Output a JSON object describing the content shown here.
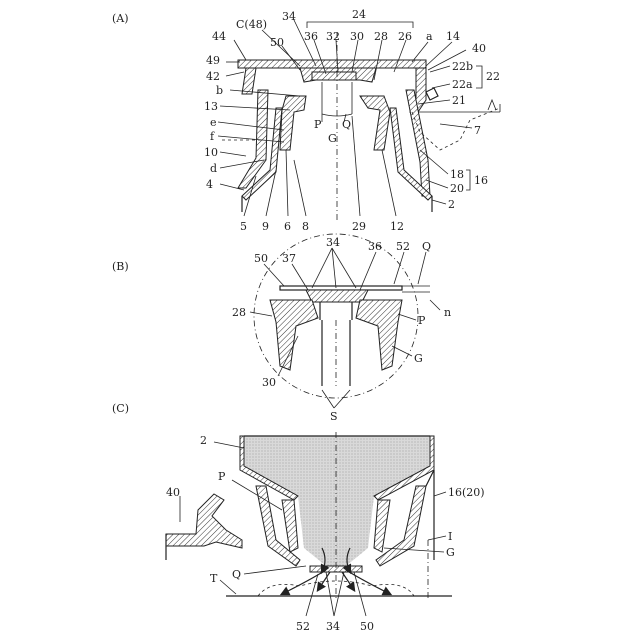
{
  "panels": {
    "A": {
      "title": "(A)",
      "labels": {
        "n24": "24",
        "c48": "C(48)",
        "n34": "34",
        "n44": "44",
        "n50": "50",
        "n36": "36",
        "n32": "32",
        "n30": "30",
        "n28": "28",
        "n26": "26",
        "a": "a",
        "n14": "14",
        "n40": "40",
        "n49": "49",
        "n42": "42",
        "n22b": "22b",
        "n22a": "22a",
        "n22": "22",
        "b": "b",
        "n21": "21",
        "n13": "13",
        "P": "P",
        "Q": "Q",
        "G": "G",
        "e": "e",
        "f": "f",
        "n7": "7",
        "n10": "10",
        "d": "d",
        "n18": "18",
        "n16": "16",
        "n20": "20",
        "n4": "4",
        "n2": "2",
        "n5": "5",
        "n9": "9",
        "n6": "6",
        "n8": "8",
        "n29": "29",
        "n12": "12"
      }
    },
    "B": {
      "title": "(B)",
      "labels": {
        "n34": "34",
        "n50": "50",
        "n37": "37",
        "n36": "36",
        "n52": "52",
        "Q": "Q",
        "n": "n",
        "n28": "28",
        "P": "P",
        "G": "G",
        "n30": "30",
        "S": "S"
      }
    },
    "C": {
      "title": "(C)",
      "labels": {
        "n2": "2",
        "n40": "40",
        "P": "P",
        "n16_20": "16(20)",
        "I": "I",
        "G": "G",
        "T": "T",
        "Q": "Q",
        "n52": "52",
        "n34": "34",
        "n50": "50"
      }
    }
  }
}
